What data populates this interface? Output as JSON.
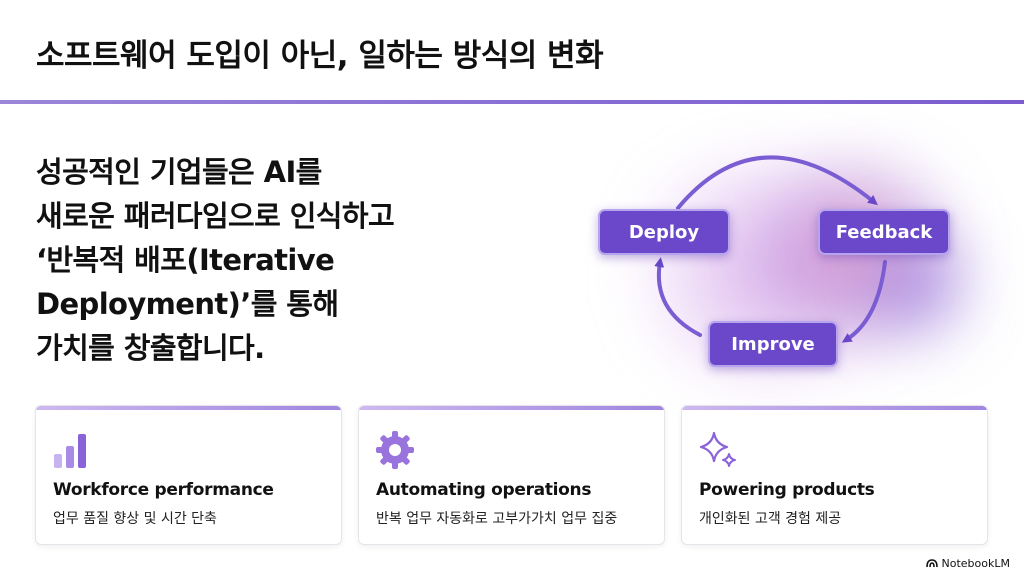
{
  "slide": {
    "title": "소프트웨어 도입이 아닌, 일하는 방식의 변화",
    "headline": [
      "성공적인 기업들은 AI를",
      "새로운 패러다임으로 인식하고",
      "‘반복적 배포(Iterative",
      "Deployment)’를 통해",
      "가치를 창출합니다."
    ]
  },
  "cycle": {
    "nodes": [
      "Deploy",
      "Feedback",
      "Improve"
    ]
  },
  "cards": [
    {
      "title": "Workforce performance",
      "subtitle": "업무 품질 향상 및 시간 단축",
      "icon": "bar-chart-icon"
    },
    {
      "title": "Automating operations",
      "subtitle": "반복 업무 자동화로 고부가가치 업무 집중",
      "icon": "gear-icon"
    },
    {
      "title": "Powering products",
      "subtitle": "개인화된 고객 경험 제공",
      "icon": "sparkle-icon"
    }
  ],
  "brand": {
    "label": "NotebookLM"
  },
  "colors": {
    "accent": "#6a48c9",
    "accent_light": "#b7a4ee",
    "rule": "#8a6fd6"
  }
}
